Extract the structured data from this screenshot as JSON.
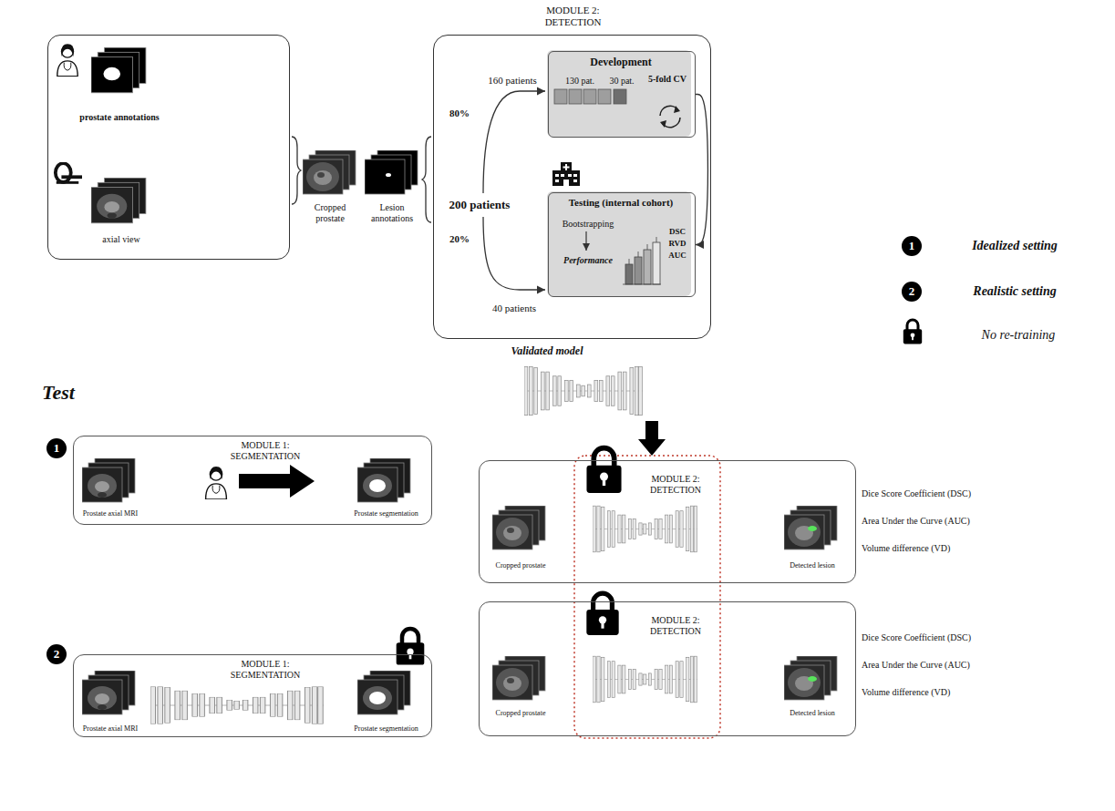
{
  "diagram": {
    "nodes": [
      {
        "text": [
          "prostate annotations",
          "axial view"
        ]
      },
      {
        "text": [
          "MODULE 2: DETECTION"
        ]
      },
      {
        "text": [
          "Development",
          "130 pat.",
          "30 pat.",
          "5-fold CV"
        ],
        "in": 1
      },
      {
        "text": [
          "Testing (internal cohort)",
          "Bootstrapping",
          "Performance",
          "DSC RVD AUC"
        ],
        "in": 1
      },
      {
        "text": [
          "MODULE 1: SEGMENTATION",
          "Prostate axial MRI",
          "Prostate segmentation"
        ]
      },
      {
        "text": [
          "MODULE 2: DETECTION",
          "Cropped prostate",
          "Detected lesion"
        ]
      },
      {
        "text": [
          "MODULE 1: SEGMENTATION",
          "Prostate axial MRI",
          "Prostate segmentation"
        ]
      },
      {
        "text": [
          "MODULE 2: DETECTION",
          "Cropped prostate",
          "Detected lesion"
        ]
      }
    ],
    "edges": [
      {
        "from": 2,
        "to": 3,
        "arrow": "to"
      }
    ],
    "labels": [
      "Cropped prostate",
      "Lesion annotations",
      "200 patients",
      "160 patients",
      "80%",
      "20%",
      "40 patients",
      "Validated model",
      "Test",
      "1",
      "2",
      "Dice Score Coefficient (DSC)",
      "Area Under the Curve (AUC)",
      "Volume difference (VD)",
      "Dice Score Coefficient (DSC)",
      "Area Under the Curve (AUC)",
      "Volume difference (VD)",
      "1",
      "2"
    ],
    "legend": [
      {
        "text": "Idealized setting"
      },
      {
        "text": "Realistic setting"
      },
      {
        "text": "No re-training"
      }
    ]
  }
}
